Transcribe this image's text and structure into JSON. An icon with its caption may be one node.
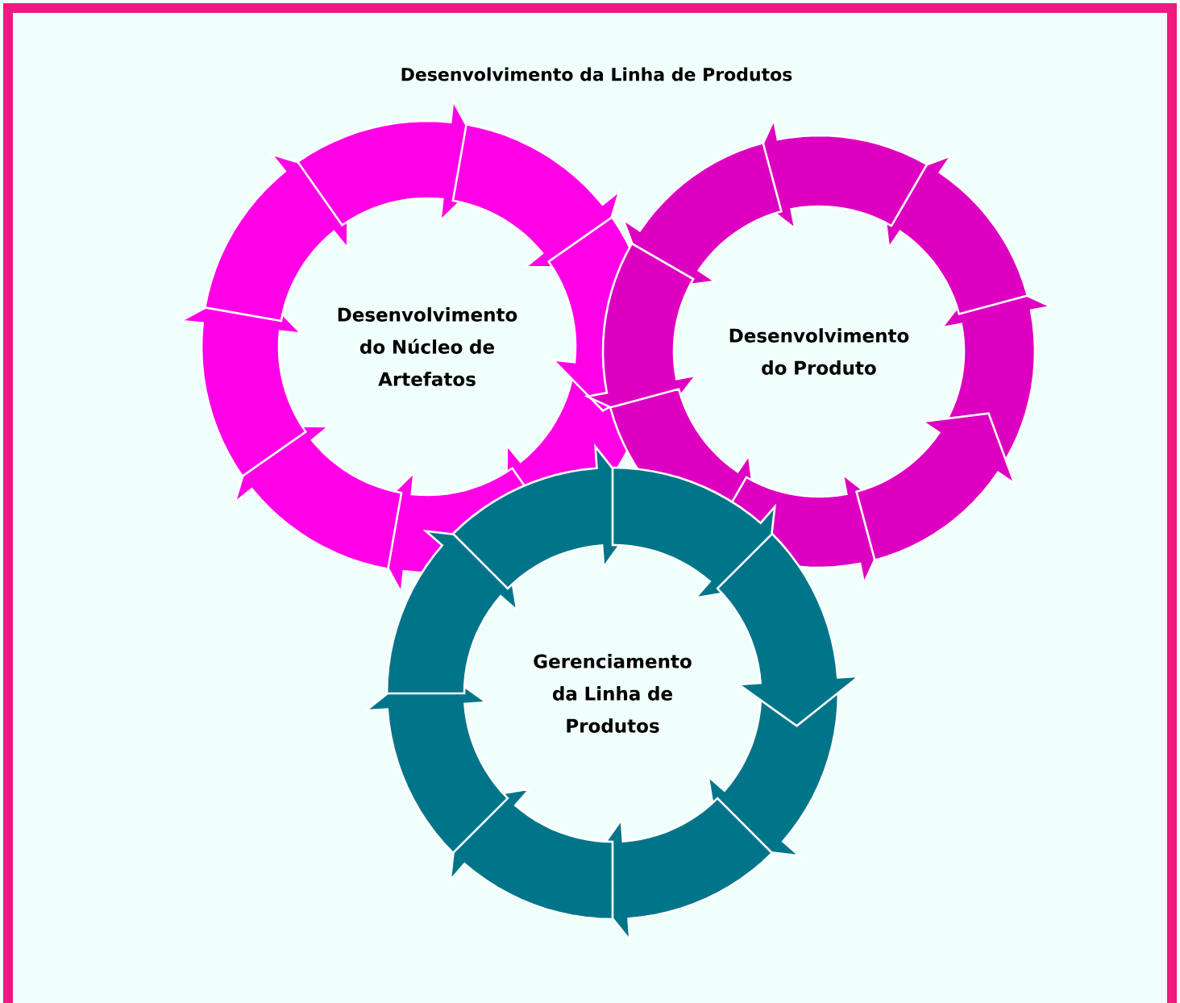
{
  "diagram": {
    "title": "Desenvolvimento da Linha de Produtos",
    "nodes": [
      {
        "text": [
          "Desenvolvimento do Núcleo de Artefatos"
        ]
      },
      {
        "text": [
          "Desenvolvimento do Produto"
        ]
      },
      {
        "text": [
          "Gerenciamento da Linha de Produtos"
        ]
      }
    ]
  }
}
